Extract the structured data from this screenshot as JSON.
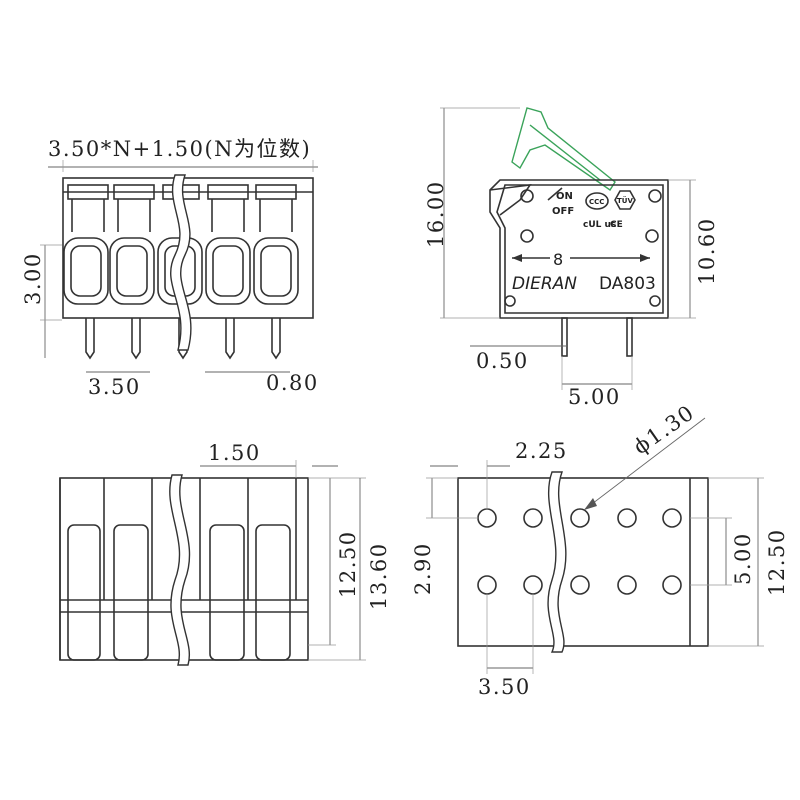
{
  "front_view": {
    "formula_label": "3.50*N+1.50(N为位数)",
    "dim_height": "3.00",
    "dim_pitch": "3.50",
    "dim_pin_width": "0.80"
  },
  "side_view": {
    "dim_total_height": "16.00",
    "dim_body_height": "10.60",
    "dim_pin_thickness": "0.50",
    "dim_pin_spacing": "5.00",
    "label_on": "ON",
    "label_off": "OFF",
    "label_ccc": "CCC",
    "label_tuv": "TÜV",
    "label_ul": "cUL us",
    "label_ce": "CE",
    "label_strip": "8",
    "brand": "DIERAN",
    "model": "DA803"
  },
  "top_view": {
    "dim_edge": "1.50",
    "dim_depth_inner": "12.50",
    "dim_depth_total": "13.60"
  },
  "footprint_view": {
    "dim_offset_x": "2.25",
    "dim_hole_diameter": "ϕ1.30",
    "dim_offset_y": "2.90",
    "dim_row_spacing": "5.00",
    "dim_depth": "12.50",
    "dim_pitch": "3.50"
  },
  "colors": {
    "line": "#333333",
    "lever_open": "#3aa35a"
  }
}
